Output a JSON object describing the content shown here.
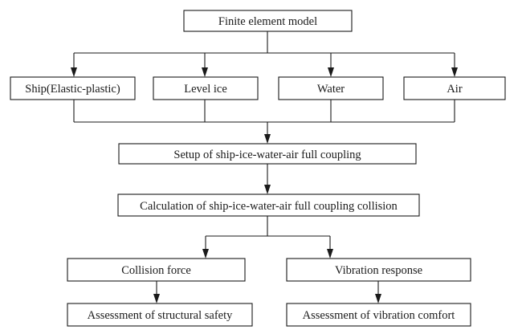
{
  "diagram": {
    "nodes": {
      "model": "Finite element model",
      "ship": "Ship(Elastic-plastic)",
      "level_ice": "Level ice",
      "water": "Water",
      "air": "Air",
      "setup": "Setup of  ship-ice-water-air full coupling",
      "calculation": "Calculation of ship-ice-water-air full coupling collision",
      "collision_force": "Collision force",
      "vibration_response": "Vibration response",
      "structural_safety": "Assessment of structural safety",
      "vibration_comfort": "Assessment of vibration comfort"
    },
    "edges": [
      {
        "from": "model",
        "to": "ship"
      },
      {
        "from": "model",
        "to": "level_ice"
      },
      {
        "from": "model",
        "to": "water"
      },
      {
        "from": "model",
        "to": "air"
      },
      {
        "from": "ship",
        "to": "setup"
      },
      {
        "from": "level_ice",
        "to": "setup"
      },
      {
        "from": "water",
        "to": "setup"
      },
      {
        "from": "air",
        "to": "setup"
      },
      {
        "from": "setup",
        "to": "calculation"
      },
      {
        "from": "calculation",
        "to": "collision_force"
      },
      {
        "from": "calculation",
        "to": "vibration_response"
      },
      {
        "from": "collision_force",
        "to": "structural_safety"
      },
      {
        "from": "vibration_response",
        "to": "vibration_comfort"
      }
    ]
  }
}
